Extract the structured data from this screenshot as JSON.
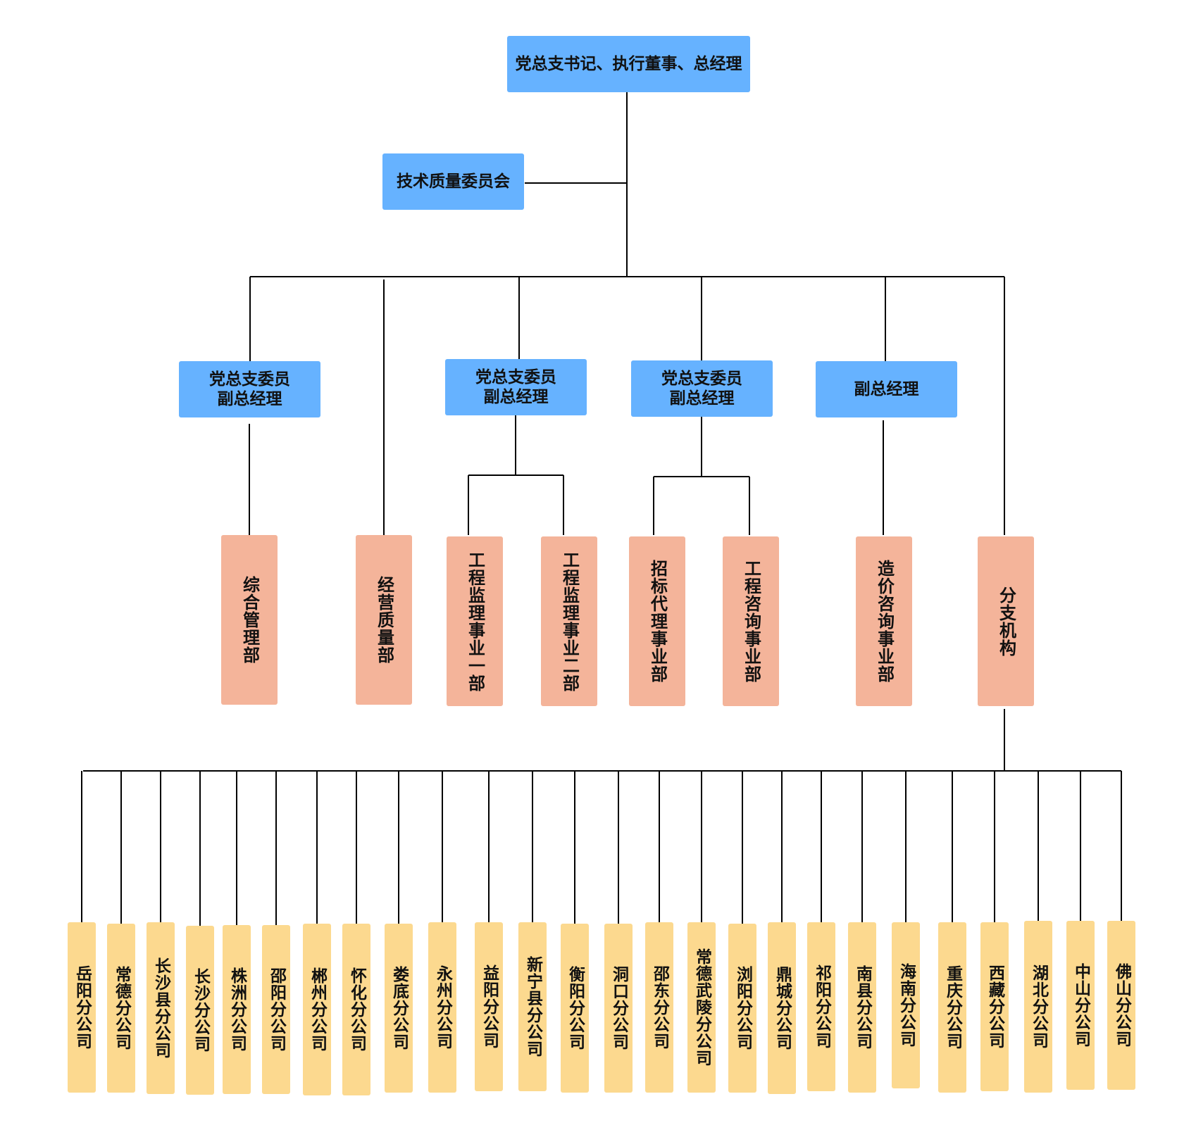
{
  "top": {
    "label": "党总支书记、执行董事、总经理"
  },
  "committee": {
    "label": "技术质量委员会"
  },
  "managers": [
    {
      "label": "党总支委员\n副总经理"
    },
    {
      "label": "党总支委员\n副总经理"
    },
    {
      "label": "党总支委员\n副总经理"
    },
    {
      "label": "副总经理"
    }
  ],
  "departments": [
    {
      "label": "综合管理部"
    },
    {
      "label": "经营质量部"
    },
    {
      "label": "工程监理事业一部"
    },
    {
      "label": "工程监理事业二部"
    },
    {
      "label": "招标代理事业部"
    },
    {
      "label": "工程咨询事业部"
    },
    {
      "label": "造价咨询事业部"
    },
    {
      "label": "分支机构"
    }
  ],
  "branches": [
    {
      "label": "岳阳分公司"
    },
    {
      "label": "常德分公司"
    },
    {
      "label": "长沙县分公司"
    },
    {
      "label": "长沙分公司"
    },
    {
      "label": "株洲分公司"
    },
    {
      "label": "邵阳分公司"
    },
    {
      "label": "郴州分公司"
    },
    {
      "label": "怀化分公司"
    },
    {
      "label": "娄底分公司"
    },
    {
      "label": "永州分公司"
    },
    {
      "label": "益阳分公司"
    },
    {
      "label": "新宁县分公司"
    },
    {
      "label": "衡阳分公司"
    },
    {
      "label": "洞口分公司"
    },
    {
      "label": "邵东分公司"
    },
    {
      "label": "常德武陵分公司"
    },
    {
      "label": "浏阳分公司"
    },
    {
      "label": "鼎城分公司"
    },
    {
      "label": "祁阳分公司"
    },
    {
      "label": "南县分公司"
    },
    {
      "label": "海南分公司"
    },
    {
      "label": "重庆分公司"
    },
    {
      "label": "西藏分公司"
    },
    {
      "label": "湖北分公司"
    },
    {
      "label": "中山分公司"
    },
    {
      "label": "佛山分公司"
    }
  ],
  "colors": {
    "executive": "#66b2ff",
    "department": "#f4b49a",
    "branch": "#fcd98f",
    "line": "#000000"
  }
}
